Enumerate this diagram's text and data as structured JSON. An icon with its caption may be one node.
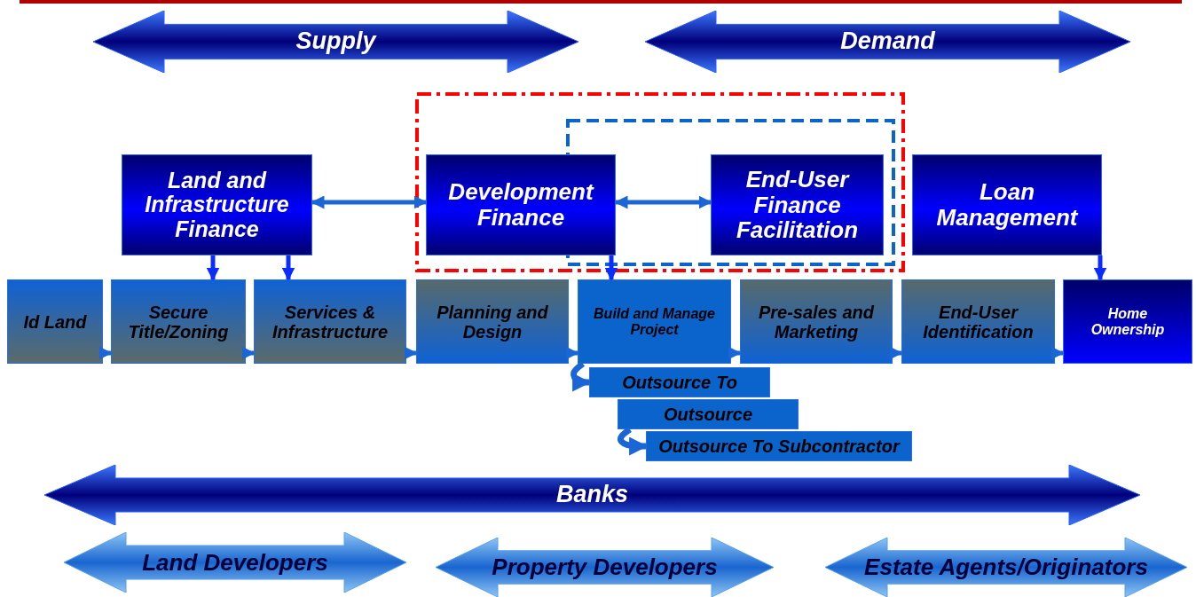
{
  "diagram": {
    "nodes": [
      {
        "text": [
          "Supply"
        ]
      },
      {
        "text": [
          "Demand"
        ]
      },
      {
        "text": [
          "Land and Infrastructure Finance"
        ]
      },
      {
        "text": [
          "Development Finance"
        ]
      },
      {
        "text": [
          "End-User Finance Facilitation"
        ]
      },
      {
        "text": [
          "Loan Management"
        ]
      },
      {
        "text": [
          "Id Land"
        ]
      },
      {
        "text": [
          "Secure Title/Zoning"
        ]
      },
      {
        "text": [
          "Services & Infrastructure"
        ]
      },
      {
        "text": [
          "Planning and Design"
        ]
      },
      {
        "text": [
          "Build and Manage Project"
        ]
      },
      {
        "text": [
          "Pre-sales and Marketing"
        ]
      },
      {
        "text": [
          "End-User Identification"
        ]
      },
      {
        "text": [
          "Home Ownership"
        ]
      },
      {
        "text": [
          "Outsource",
          "To"
        ]
      },
      {
        "text": [
          "Outsource"
        ]
      },
      {
        "text": [
          "Outsource To Subcontractor"
        ]
      },
      {
        "text": [
          "Banks"
        ]
      },
      {
        "text": [
          "Land Developers"
        ]
      },
      {
        "text": [
          "Property Developers"
        ]
      },
      {
        "text": [
          "Estate Agents/Originators"
        ]
      }
    ],
    "edges": [
      {
        "from": 2,
        "to": 3,
        "arrow": "both"
      },
      {
        "from": 3,
        "to": 4,
        "arrow": "both"
      },
      {
        "from": 2,
        "to": 7,
        "arrow": "to"
      },
      {
        "from": 2,
        "to": 8,
        "arrow": "to"
      },
      {
        "from": 3,
        "to": 10,
        "arrow": "to"
      },
      {
        "from": 5,
        "to": 13,
        "arrow": "to"
      },
      {
        "from": 6,
        "to": 7,
        "arrow": "to"
      },
      {
        "from": 7,
        "to": 8,
        "arrow": "to"
      },
      {
        "from": 8,
        "to": 9,
        "arrow": "to"
      },
      {
        "from": 9,
        "to": 10,
        "arrow": "to"
      },
      {
        "from": 10,
        "to": 11,
        "arrow": "to"
      },
      {
        "from": 11,
        "to": 12,
        "arrow": "to"
      },
      {
        "from": 12,
        "to": 13,
        "arrow": "to"
      },
      {
        "from": 10,
        "to": 14,
        "arrow": "to"
      },
      {
        "from": 15,
        "to": 16,
        "arrow": "to"
      }
    ]
  }
}
